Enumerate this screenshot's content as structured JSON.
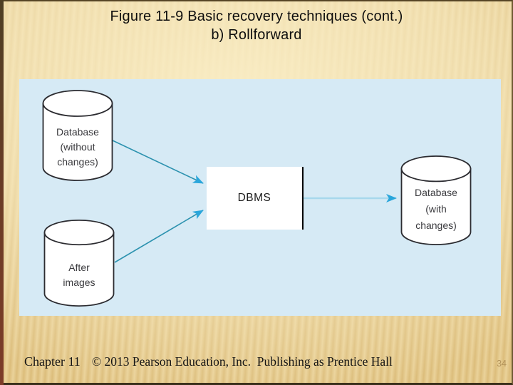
{
  "title": {
    "line1": "Figure 11-9 Basic recovery techniques (cont.)",
    "line2": "b) Rollforward"
  },
  "diagram": {
    "nodes": {
      "db_without": {
        "label": "Database\n(without\nchanges)",
        "shape": "cylinder"
      },
      "after_images": {
        "label": "After\nimages",
        "shape": "cylinder"
      },
      "dbms": {
        "label": "DBMS",
        "shape": "rectangle"
      },
      "db_with": {
        "label": "Database\n(with\nchanges)",
        "shape": "cylinder"
      }
    },
    "edges": [
      {
        "from": "db_without",
        "to": "dbms"
      },
      {
        "from": "after_images",
        "to": "dbms"
      },
      {
        "from": "dbms",
        "to": "db_with"
      }
    ]
  },
  "footer": {
    "chapter": "Chapter 11",
    "copyright": "© 2013 Pearson Education, Inc.  Publishing as Prentice Hall",
    "page_number": "34"
  },
  "colors": {
    "background_cream": "#F8ECC2",
    "background_stripe": "#DCBD7B",
    "panel_background": "#D6EAF5",
    "node_fill": "#FFFFFF",
    "node_stroke": "#2B2B30",
    "arrow_line_teal": "#2C92AF",
    "arrow_line_light": "#A7D8EC",
    "arrowhead_blue": "#2AA6DB",
    "frame_border": "#564526",
    "left_accent": "#6D3C26",
    "page_number_text": "#B3935A"
  }
}
